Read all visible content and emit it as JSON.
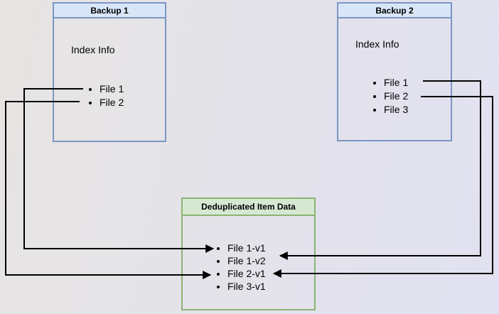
{
  "diagram": {
    "backup1": {
      "title": "Backup 1",
      "section_label": "Index Info",
      "files": [
        "File 1",
        "File 2"
      ]
    },
    "backup2": {
      "title": "Backup 2",
      "section_label": "Index Info",
      "files": [
        "File 1",
        "File 2",
        "File 3"
      ]
    },
    "dedup": {
      "title": "Deduplicated Item Data",
      "items": [
        "File 1-v1",
        "File 1-v2",
        "File 2-v1",
        "File 3-v1"
      ]
    },
    "edges": [
      {
        "from": "Backup 1 / File 1",
        "to": "Deduplicated Item Data / File 1-v1"
      },
      {
        "from": "Backup 1 / File 2",
        "to": "Deduplicated Item Data / File 2-v1"
      },
      {
        "from": "Backup 2 / File 1",
        "to": "Deduplicated Item Data / File 1-v2"
      },
      {
        "from": "Backup 2 / File 2",
        "to": "Deduplicated Item Data / File 2-v1"
      }
    ]
  },
  "colors": {
    "backup_header_fill": "#d9e6f8",
    "backup_border": "#7b96c4",
    "dedup_header_fill": "#d6e8d2",
    "dedup_border": "#8ab572",
    "connector": "#000000",
    "text": "#000000",
    "canvas_left": "#e7e4e2",
    "canvas_right": "#e1e1f1"
  }
}
